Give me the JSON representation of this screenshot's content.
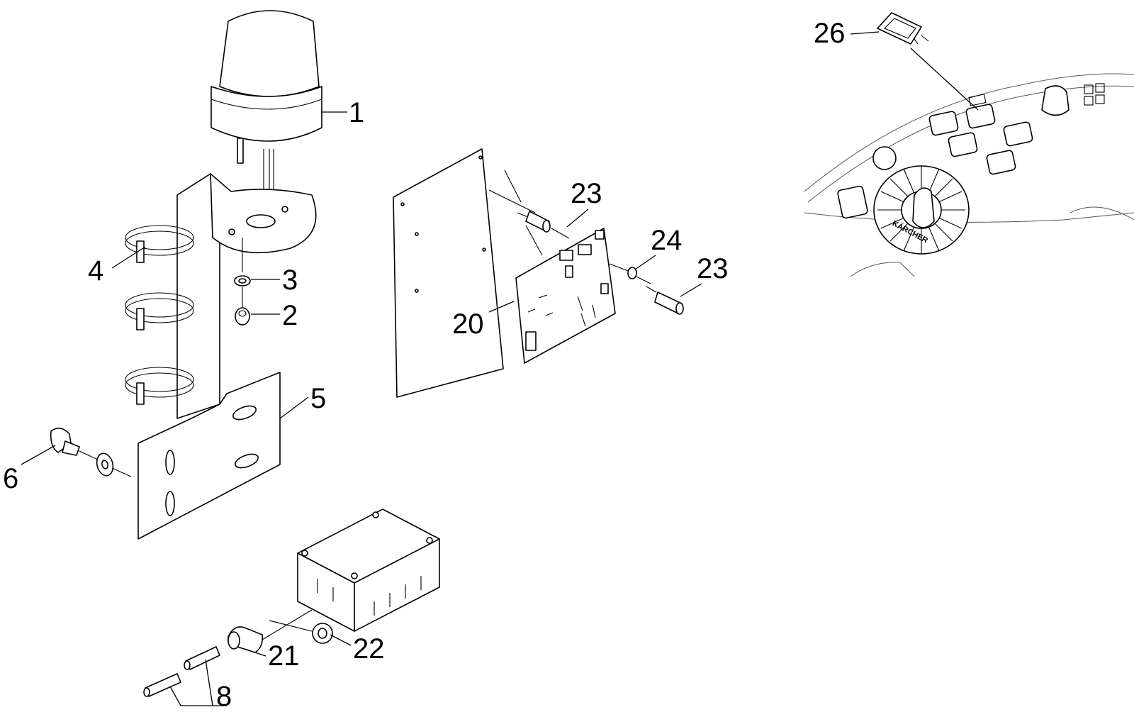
{
  "callouts": [
    {
      "id": "1",
      "label": "1"
    },
    {
      "id": "2",
      "label": "2"
    },
    {
      "id": "3",
      "label": "3"
    },
    {
      "id": "4",
      "label": "4"
    },
    {
      "id": "5",
      "label": "5"
    },
    {
      "id": "6",
      "label": "6"
    },
    {
      "id": "8",
      "label": "8"
    },
    {
      "id": "20",
      "label": "20"
    },
    {
      "id": "21",
      "label": "21"
    },
    {
      "id": "22",
      "label": "22"
    },
    {
      "id": "23a",
      "label": "23"
    },
    {
      "id": "23b",
      "label": "23"
    },
    {
      "id": "24",
      "label": "24"
    },
    {
      "id": "26",
      "label": "26"
    }
  ],
  "panel_logo": "KÄRCHER"
}
